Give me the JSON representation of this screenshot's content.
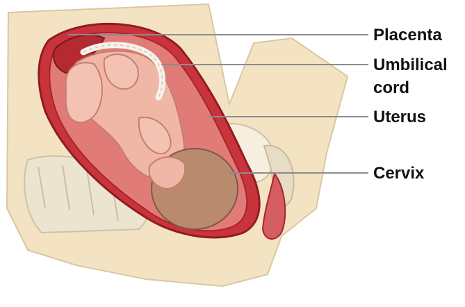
{
  "labels": {
    "placenta": "Placenta",
    "umbilical_line1": "Umbilical",
    "umbilical_line2": "cord",
    "uterus": "Uterus",
    "cervix": "Cervix"
  },
  "colors": {
    "background": "#ffffff",
    "skin_tan": "#f3e3c3",
    "uterus_wall": "#c9343a",
    "uterus_lining": "#a8232a",
    "fetus_skin": "#f1b7a6",
    "fetus_shadow": "#d98d7d",
    "fetal_head": "#b98a6e",
    "bone": "#ebe4d1",
    "leader_line": "#8c8c8c",
    "text": "#111111"
  }
}
